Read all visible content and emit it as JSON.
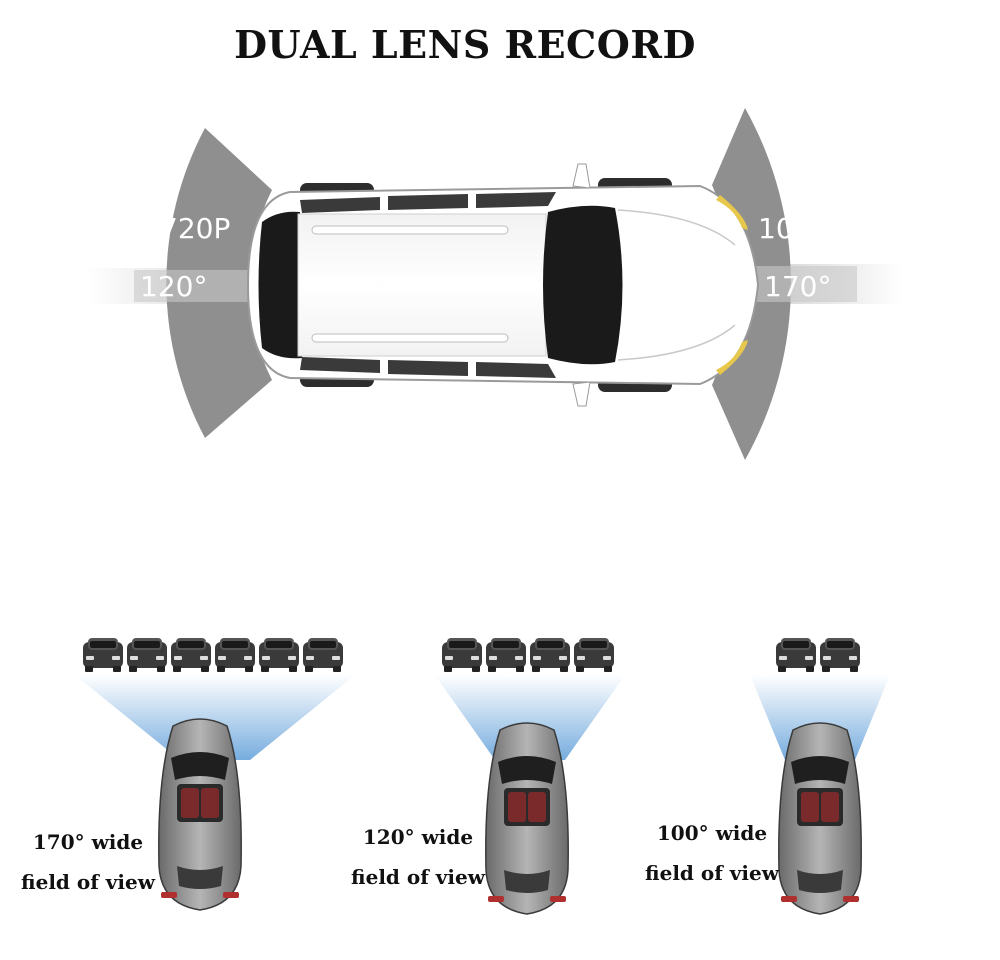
{
  "title": "DUAL LENS RECORD",
  "rear_camera": {
    "resolution": "720P",
    "angle": "120°"
  },
  "front_camera": {
    "resolution": "1080P",
    "angle": "170°"
  },
  "fov_examples": [
    {
      "line1": "170° wide",
      "line2": "field of view",
      "cars_visible": 6
    },
    {
      "line1": "120° wide",
      "line2": "field of view",
      "cars_visible": 4
    },
    {
      "line1": "100° wide",
      "line2": "field of view",
      "cars_visible": 2
    }
  ],
  "colors": {
    "sector": "#8f8f8f",
    "car_body": "#ffffff",
    "glass": "#1a1a1a",
    "beam": "#6fa8dc",
    "lens": "#e8c84a"
  }
}
